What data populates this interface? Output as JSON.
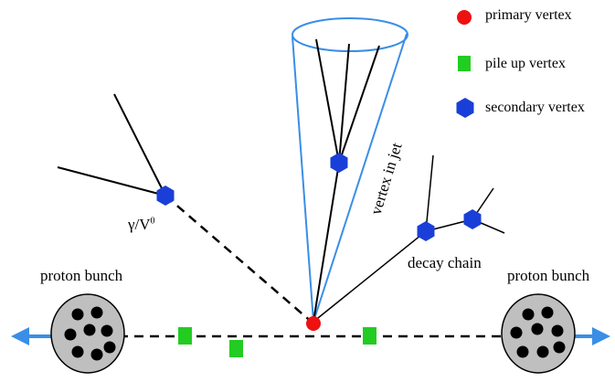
{
  "legend": {
    "primary_label": "primary vertex",
    "pileup_label": "pile up vertex",
    "secondary_label": "secondary vertex"
  },
  "labels": {
    "gamma_v0": "γ/V",
    "gamma_v0_sup": "0",
    "vertex_in_jet": "vertex in jet",
    "decay_chain": "decay chain",
    "proton_bunch_left": "proton bunch",
    "proton_bunch_right": "proton bunch"
  },
  "colors": {
    "primary_vertex": "#ee1111",
    "pileup_vertex": "#22cc22",
    "secondary_vertex": "#1a3fd8",
    "jet_cone": "#3a8ee6",
    "beam_arrow": "#3a8ee6",
    "bunch_fill": "#bfbfbf",
    "proton": "#000000"
  }
}
